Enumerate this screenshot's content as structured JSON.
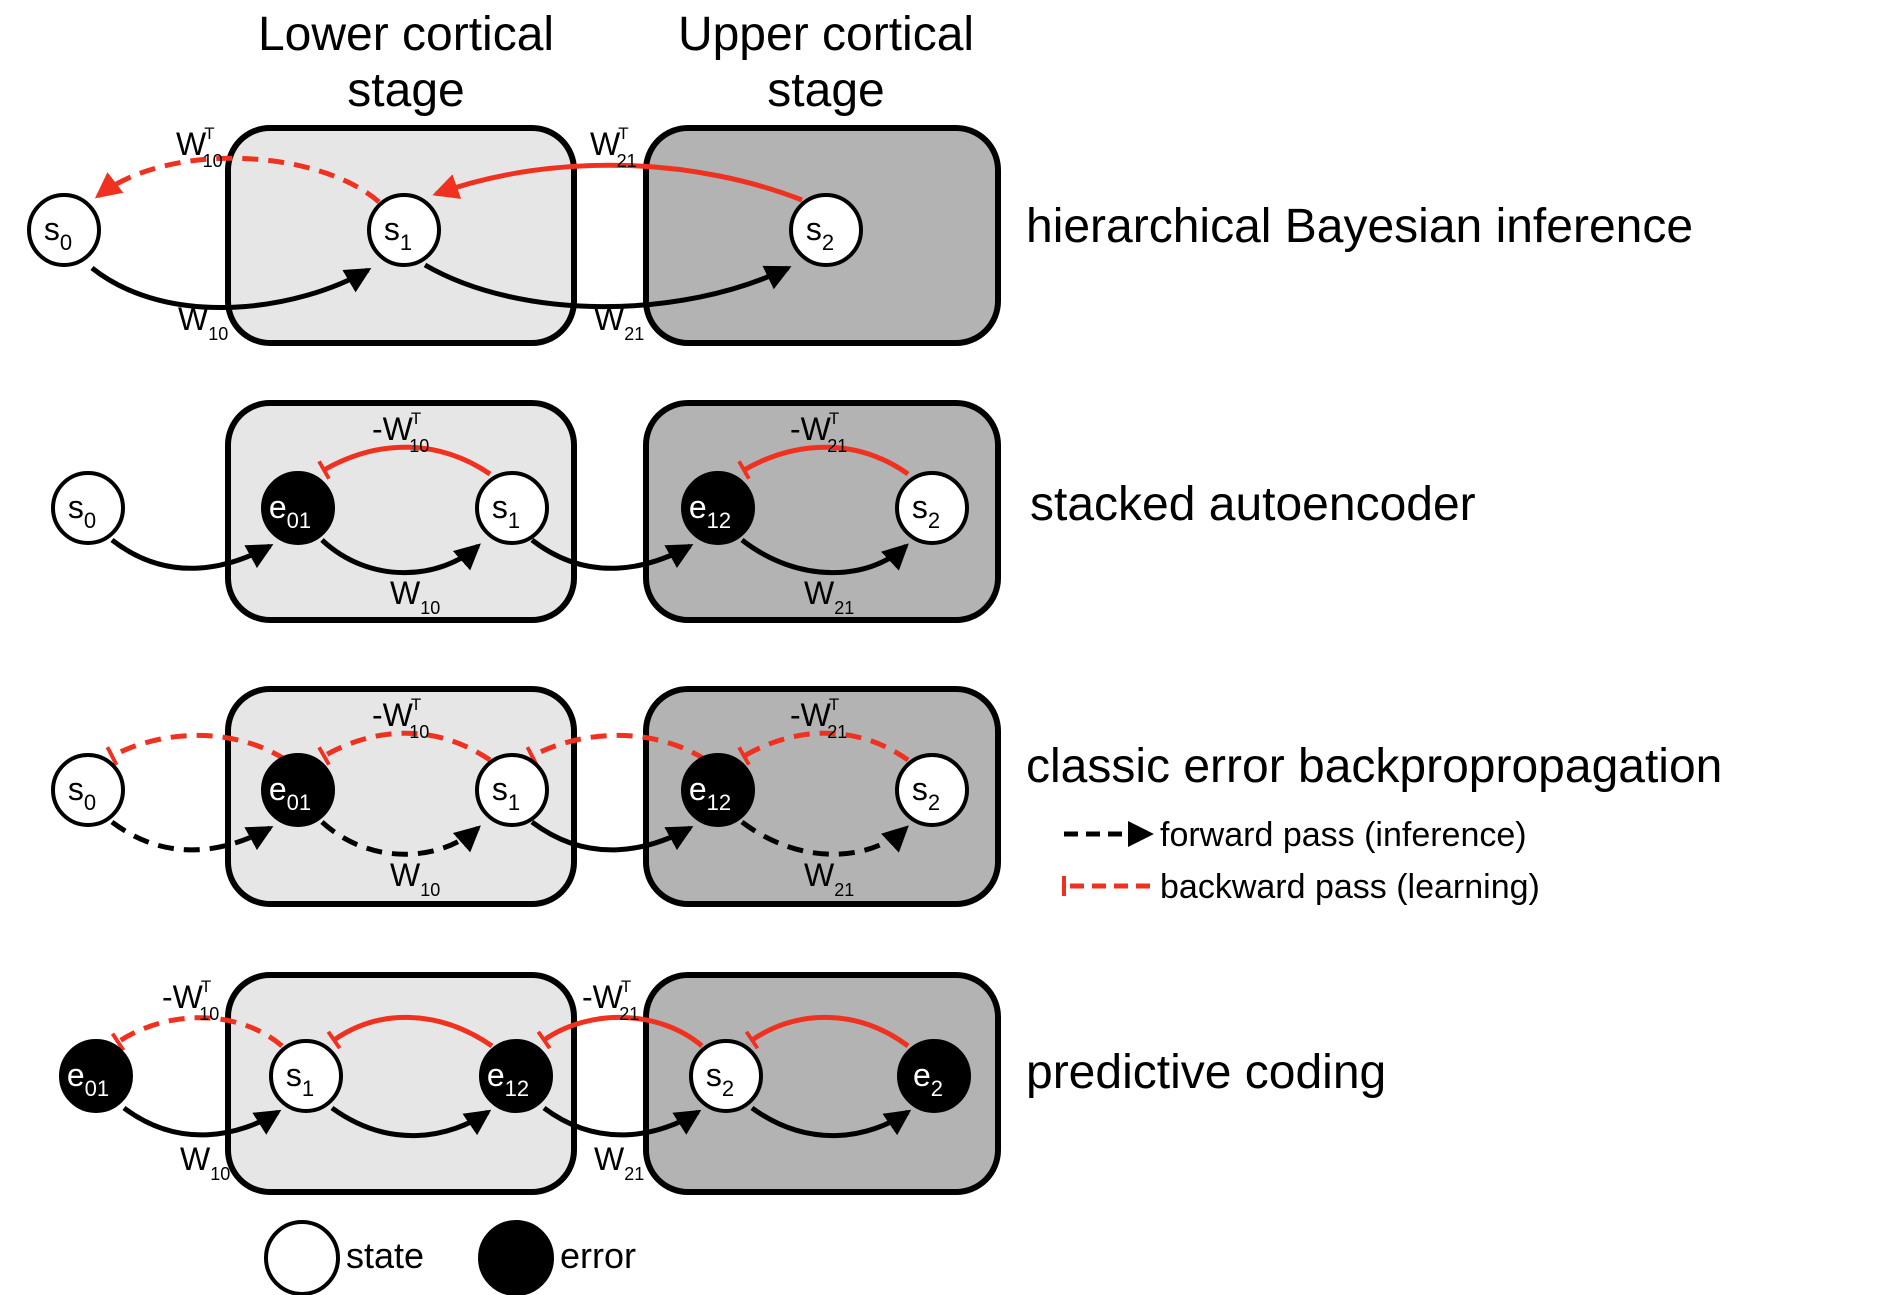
{
  "header": {
    "lower_stage": [
      "Lower cortical",
      "stage"
    ],
    "upper_stage": [
      "Upper cortical",
      "stage"
    ]
  },
  "rows": [
    {
      "title": "hierarchical Bayesian inference"
    },
    {
      "title": "stacked autoencoder"
    },
    {
      "title": "classic error backpropropagation"
    },
    {
      "title": "predictive coding"
    }
  ],
  "weights": {
    "w": "W",
    "neg_w": "-W",
    "transpose": "T",
    "sub10": "10",
    "sub21": "21"
  },
  "nodes": {
    "s0": {
      "base": "s",
      "sub": "0"
    },
    "s1": {
      "base": "s",
      "sub": "1"
    },
    "s2": {
      "base": "s",
      "sub": "2"
    },
    "e01": {
      "base": "e",
      "sub": "01"
    },
    "e12": {
      "base": "e",
      "sub": "12"
    },
    "e2": {
      "base": "e",
      "sub": "2"
    }
  },
  "pass_legend": {
    "forward": "forward pass (inference)",
    "backward": "backward pass (learning)"
  },
  "node_legend": {
    "state": "state",
    "error": "error"
  },
  "colors": {
    "red": "#f0311f",
    "black": "#000000",
    "lower_fill": "#e6e6e6",
    "upper_fill": "#b3b3b3"
  }
}
